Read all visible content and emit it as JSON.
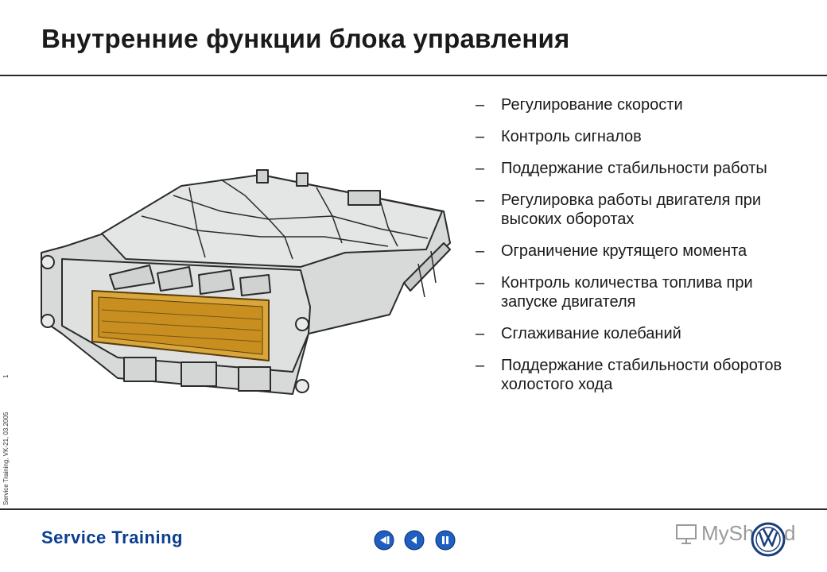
{
  "slide": {
    "title": "Внутренние функции блока управления",
    "side_label": "Service Training, VK-21, 03.2005",
    "page_number": "1"
  },
  "bullets": [
    "Регулирование скорости",
    "Контроль сигналов",
    "Поддержание стабильности работы",
    "Регулировка работы двигателя при высоких оборотах",
    "Ограничение крутящего момента",
    "Контроль количества топлива при запуске двигателя",
    "Сглаживание колебаний",
    "Поддержание стабильности оборотов холостого хода"
  ],
  "bullet_marker": "–",
  "footer": {
    "brand": "Service Training",
    "watermark": "MyShared"
  },
  "nav": {
    "first_icon": "first-slide-icon",
    "prev_icon": "previous-slide-icon",
    "pause_icon": "pause-icon"
  },
  "colors": {
    "brand_blue": "#0b3d91",
    "nav_blue": "#1f5fbf",
    "connector_gold": "#d8a63a",
    "housing_grey": "#d9dcdb"
  }
}
